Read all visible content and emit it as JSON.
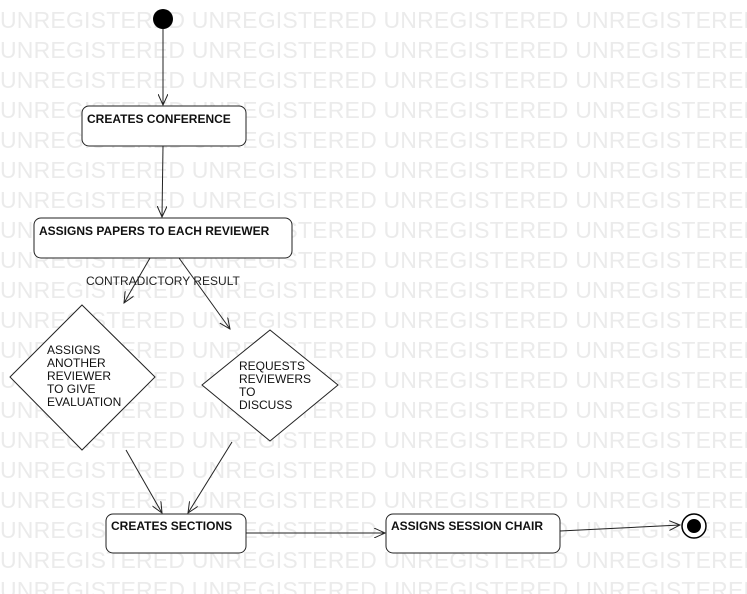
{
  "watermark": {
    "text": "UNREGISTERED"
  },
  "nodes": {
    "create_conference": {
      "label": "CREATES CONFERENCE"
    },
    "assign_papers": {
      "label": "ASSIGNS PAPERS TO EACH REVIEWER"
    },
    "assign_another": {
      "lines": [
        "ASSIGNS",
        "ANOTHER",
        "REVIEWER",
        "TO GIVE",
        "EVALUATION"
      ]
    },
    "request_discuss": {
      "lines": [
        "REQUESTS",
        "REVIEWERS",
        "TO",
        "DISCUSS"
      ]
    },
    "create_sections": {
      "label": "CREATES SECTIONS"
    },
    "assign_chair": {
      "label": "ASSIGNS SESSION CHAIR"
    }
  },
  "edges": {
    "contradictory": {
      "label": "CONTRADICTORY RESULT"
    }
  }
}
